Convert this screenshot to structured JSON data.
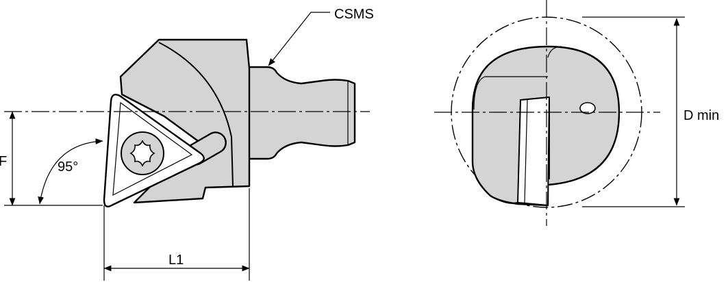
{
  "labels": {
    "cartridge": "CSMS",
    "angle": "95°",
    "offset": "F",
    "length": "L1",
    "diameter": "D min"
  },
  "colors": {
    "body_fill": "#d4d4d4",
    "line": "#000000",
    "background": "#ffffff"
  },
  "icons": {
    "insert_screw": "torx-screw-icon",
    "arrowhead": "arrowhead-icon"
  }
}
